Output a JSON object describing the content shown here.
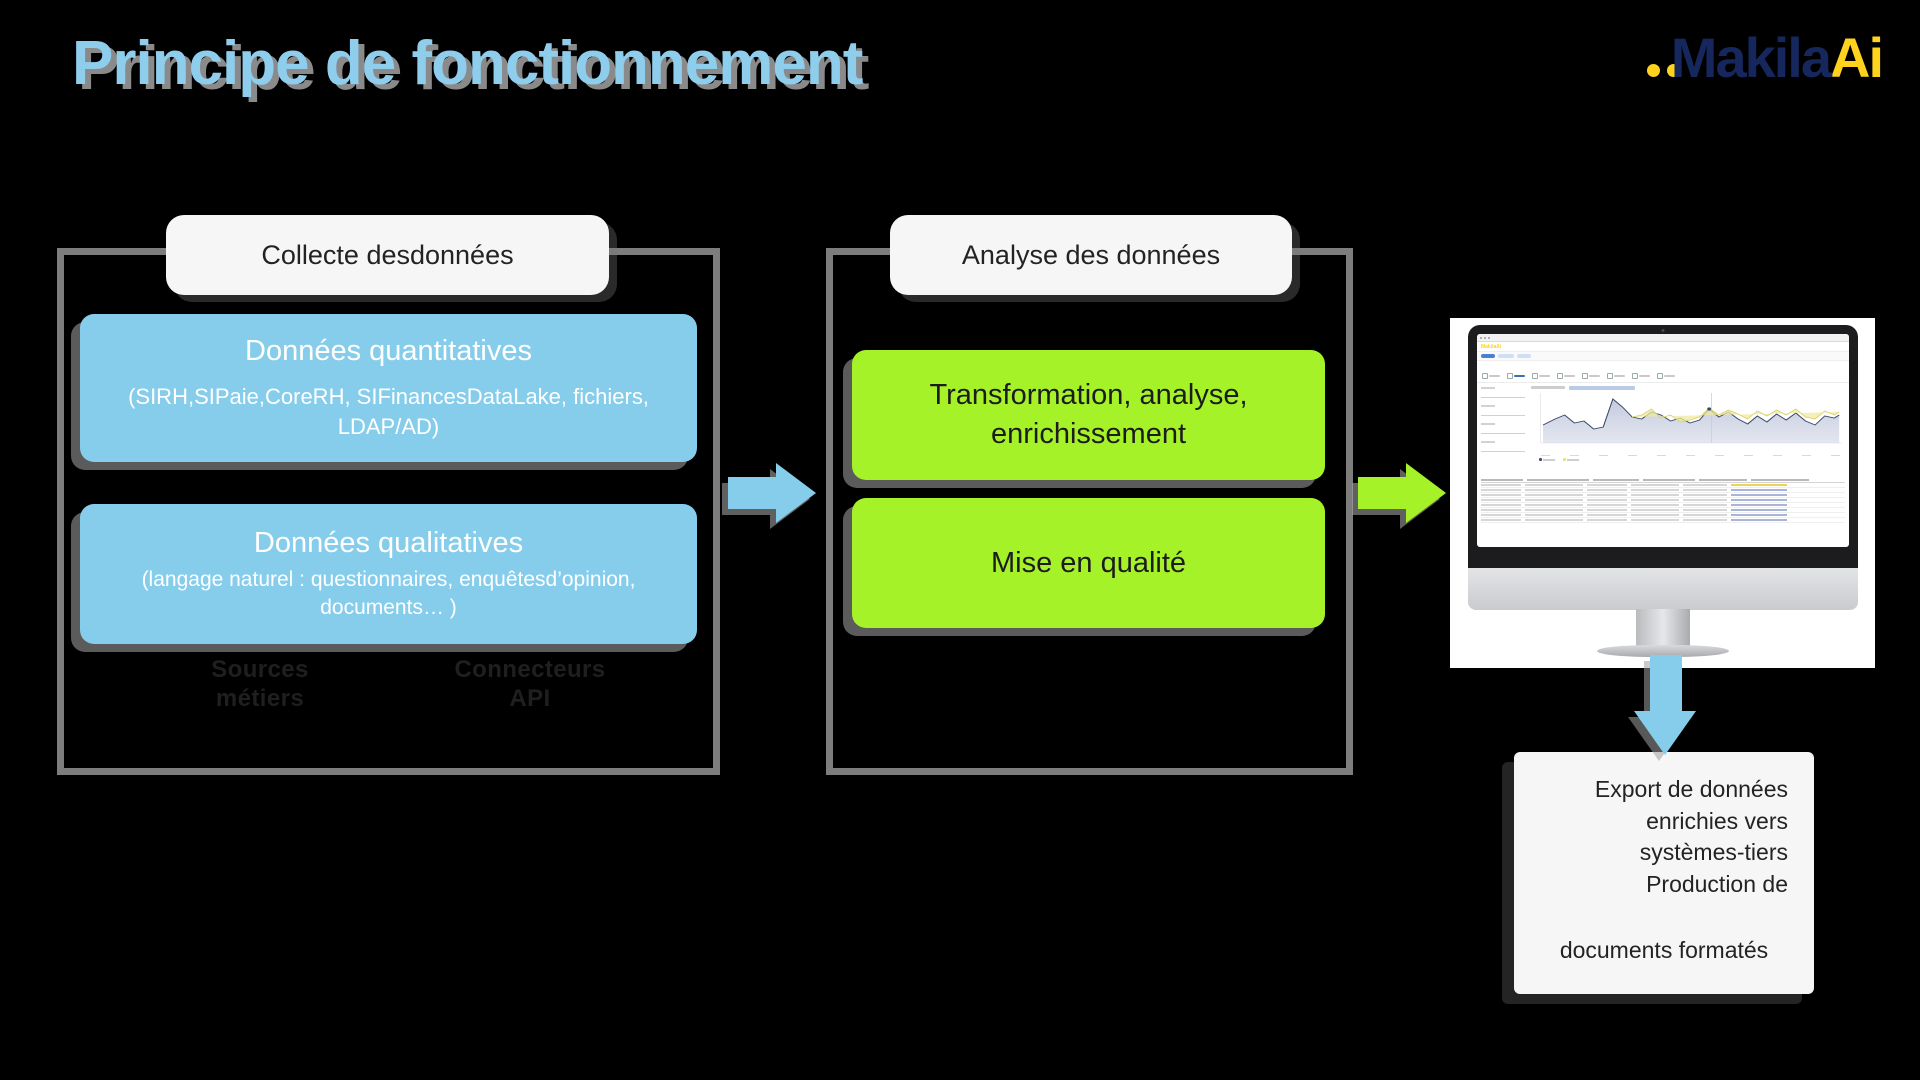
{
  "slide": {
    "title": "Principe de fonctionnement"
  },
  "brand": {
    "name_primary": "Makila",
    "name_accent": "Ai",
    "color_primary": "#16275e",
    "color_accent": "#ffd21e"
  },
  "colors": {
    "blue_card": "#86cdec",
    "green_card": "#a6f229",
    "frame_gray": "#7d7d7d",
    "chip_bg": "#f6f6f6",
    "background": "#000000",
    "title_blue": "#8ecdec",
    "title_shadow": "#8a8a8a"
  },
  "stages": [
    {
      "id": "collecte",
      "chip_label": "Collecte desdonnées",
      "cards": [
        {
          "id": "donnees-quantitatives",
          "title": "Données quantitatives",
          "subtitle": "(SIRH,SIPaie,CoreRH, SIFinancesDataLake, fichiers, LDAP/AD)",
          "color": "blue"
        },
        {
          "id": "donnees-qualitatives",
          "title": "Données qualitatives",
          "subtitle": "(langage naturel : questionnaires, enquêtesd’opinion, documents… )",
          "color": "blue"
        }
      ],
      "obscured_labels": [
        {
          "id": "sources-metiers",
          "text": "Sources\nmétiers"
        },
        {
          "id": "connecteurs-api",
          "text": "Connecteurs\nAPI"
        }
      ]
    },
    {
      "id": "analyse",
      "chip_label": "Analyse des données",
      "cards": [
        {
          "id": "transformation",
          "title": "Transformation, analyse, enrichissement",
          "color": "green"
        },
        {
          "id": "mise-en-qualite",
          "title": "Mise en qualité",
          "color": "green"
        }
      ]
    }
  ],
  "arrows": [
    {
      "id": "collecte-to-analyse",
      "direction": "right",
      "color": "#86cdec"
    },
    {
      "id": "analyse-to-ecran",
      "direction": "right",
      "color": "#a6f229"
    },
    {
      "id": "ecran-to-export",
      "direction": "down",
      "color": "#86cdec"
    }
  ],
  "monitor": {
    "id": "dashboard-monitor",
    "dashboard_brand": "Makila",
    "dashboard_brand_accent": "Ai"
  },
  "export": {
    "line_1": "Export de données enrichies vers systèmes-tiers Production de",
    "line_2": "documents formatés"
  }
}
